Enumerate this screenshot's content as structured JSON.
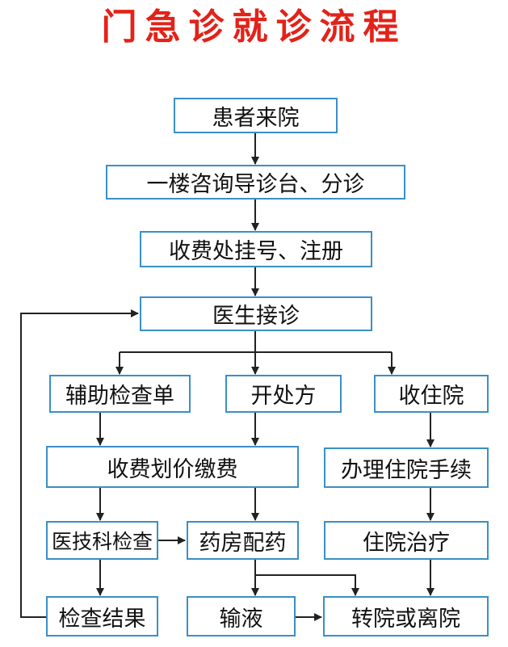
{
  "title": "门急诊就诊流程",
  "colors": {
    "title": "#e32219",
    "box_border": "#3a8fc5",
    "line": "#222222"
  },
  "nodes": {
    "arrive": "患者来院",
    "guide": "一楼咨询导诊台、分诊",
    "register": "收费处挂号、注册",
    "consult": "医生接诊",
    "aux_exam_order": "辅助检查单",
    "prescribe": "开处方",
    "admit": "收住院",
    "pay": "收费划价缴费",
    "admission_procedure": "办理住院手续",
    "med_tech_exam": "医技科检查",
    "pharmacy": "药房配药",
    "inpatient_treatment": "住院治疗",
    "exam_result": "检查结果",
    "infusion": "输液",
    "transfer_discharge": "转院或离院"
  }
}
